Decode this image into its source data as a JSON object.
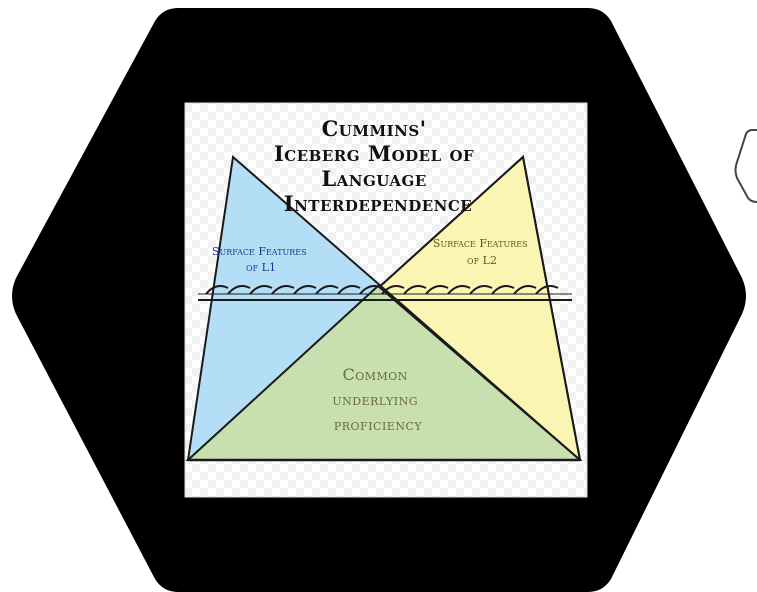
{
  "diagram": {
    "title_lines": [
      "Cummins'",
      "Iceberg Model of",
      "Language",
      "Interdependence"
    ],
    "surface_l1_lines": [
      "Surface Features",
      "of L1"
    ],
    "surface_l2_lines": [
      "Surface Features",
      "of L2"
    ],
    "common_lines": [
      "Common",
      "underlying",
      "proficiency"
    ]
  },
  "colors": {
    "hexagon": "#000000",
    "l1_triangle": "#b3def5",
    "l2_triangle": "#fbf5b3",
    "common_triangle": "#c8e0b0",
    "panel_background": "#ffffff",
    "outline": "#1a1a1a"
  }
}
